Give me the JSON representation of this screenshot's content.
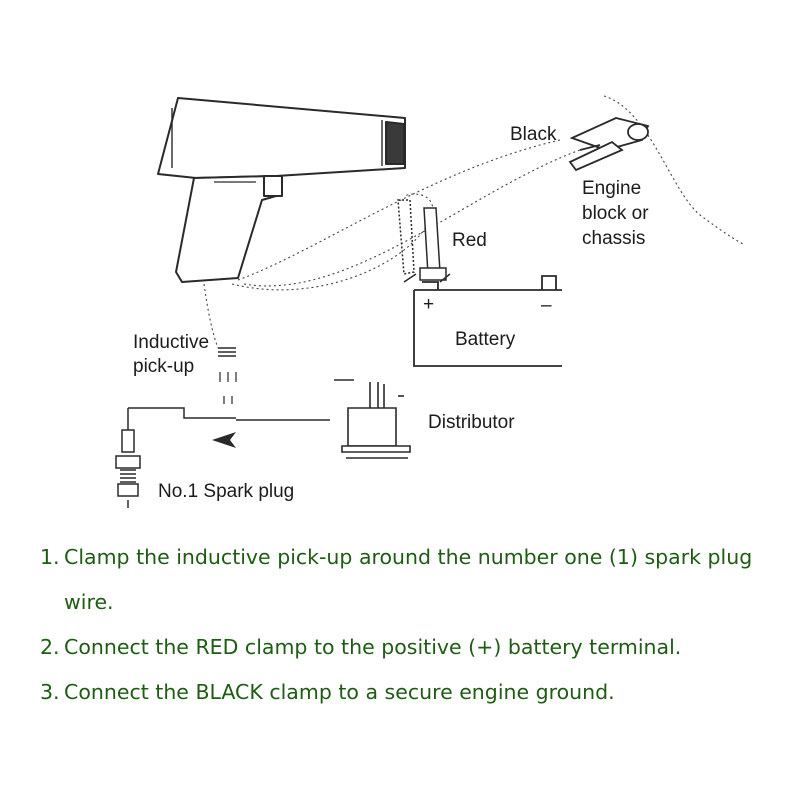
{
  "labels": {
    "black": "Black",
    "engine_block": [
      "Engine",
      "block or",
      "chassis"
    ],
    "red": "Red",
    "plus": "+",
    "minus": "–",
    "battery": "Battery",
    "inductive_pickup": [
      "Inductive",
      "pick-up"
    ],
    "distributor": "Distributor",
    "spark_plug": "No.1 Spark plug"
  },
  "instructions": [
    {
      "number": "1.",
      "text": "Clamp the inductive pick-up around the number one (1) spark plug wire."
    },
    {
      "number": "2.",
      "text": "Connect the RED clamp to the positive (+) battery terminal."
    },
    {
      "number": "3.",
      "text": "Connect the BLACK clamp to a secure engine ground."
    }
  ],
  "colors": {
    "instruction_text": "#1e5c14",
    "line_art": "#2a2a2a"
  }
}
